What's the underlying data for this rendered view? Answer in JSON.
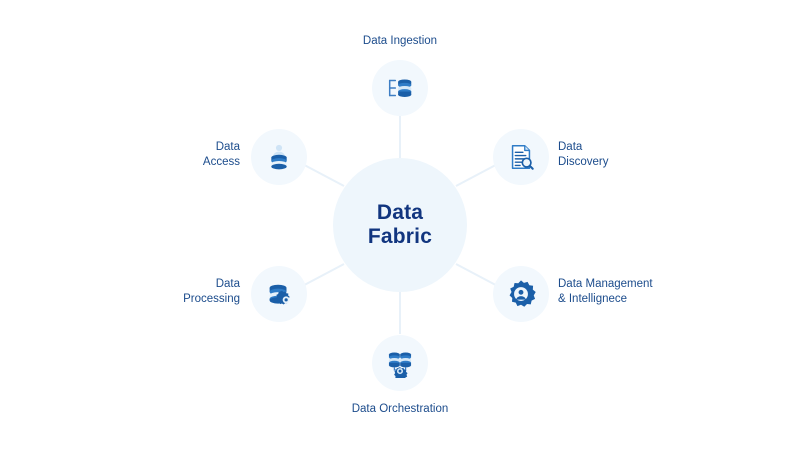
{
  "diagram": {
    "type": "hub-and-spoke",
    "title": "Data Fabric",
    "hub": {
      "label": "Data\nFabric",
      "label_line_1": "Data",
      "label_line_2": "Fabric",
      "fill_color": "#eef6fc",
      "text_color": "#11357f"
    },
    "style": {
      "background_color": "#ffffff",
      "node_fill_color": "#f2f8fd",
      "node_label_color": "#1c4c8c",
      "connector_color": "#e4eef7",
      "icon_dark_color": "#1b5fa8",
      "icon_mid_color": "#2a6fbd",
      "icon_light_color": "#c9e0f3"
    },
    "nodes": [
      {
        "id": "data-ingestion",
        "label": "Data Ingestion",
        "icon": "database-ingest-icon",
        "position": "top",
        "label_position": "above"
      },
      {
        "id": "data-discovery",
        "label": "Data\nDiscovery",
        "icon": "document-search-icon",
        "position": "upper-right",
        "label_position": "right"
      },
      {
        "id": "data-management-intelligence",
        "label": "Data Management\n& Intellignece",
        "icon": "gear-icon",
        "position": "lower-right",
        "label_position": "right"
      },
      {
        "id": "data-orchestration",
        "label": "Data Orchestration",
        "icon": "databases-gear-icon",
        "position": "bottom",
        "label_position": "below"
      },
      {
        "id": "data-processing",
        "label": "Data\nProcessing",
        "icon": "database-gear-icon",
        "position": "lower-left",
        "label_position": "left"
      },
      {
        "id": "data-access",
        "label": "Data\nAccess",
        "icon": "database-user-icon",
        "position": "upper-left",
        "label_position": "left"
      }
    ]
  }
}
